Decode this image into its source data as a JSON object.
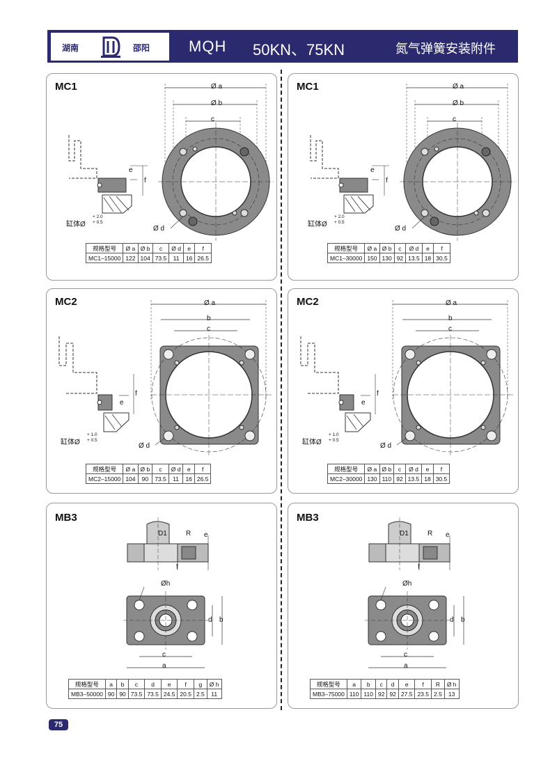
{
  "header": {
    "brand_left": "湖南",
    "brand_right": "邵阳",
    "model": "MQH",
    "force": "50KN、75KN",
    "title": "氮气弹簧安装附件"
  },
  "labels": {
    "dia_a": "Ø a",
    "dia_b": "Ø b",
    "c": "c",
    "dia_d": "Ø d",
    "e": "e",
    "f": "f",
    "a": "a",
    "b": "b",
    "d": "d",
    "R": "R",
    "D1": "D1",
    "dia_h": "Øh",
    "cyl": "缸体Ø",
    "tol_mc1_top": "+ 2.0",
    "tol_mc1_bot": "+ 0.5",
    "tol_mc2_top": "+ 1.0",
    "tol_mc2_bot": "+ 0.5"
  },
  "panels": [
    {
      "title": "MC1",
      "header": [
        "规格型号",
        "Ø a",
        "Ø b",
        "c",
        "Ø d",
        "e",
        "f"
      ],
      "row": [
        "MC1–15000",
        "122",
        "104",
        "73.5",
        "11",
        "16",
        "26.5"
      ]
    },
    {
      "title": "MC1",
      "header": [
        "规格型号",
        "Ø a",
        "Ø b",
        "c",
        "Ø d",
        "e",
        "f"
      ],
      "row": [
        "MC1–30000",
        "150",
        "130",
        "92",
        "13.5",
        "18",
        "30.5"
      ]
    },
    {
      "title": "MC2",
      "header": [
        "规格型号",
        "Ø a",
        "Ø b",
        "c",
        "Ø d",
        "e",
        "f"
      ],
      "row": [
        "MC2–15000",
        "104",
        "90",
        "73.5",
        "11",
        "16",
        "26.5"
      ]
    },
    {
      "title": "MC2",
      "header": [
        "规格型号",
        "Ø a",
        "Ø b",
        "c",
        "Ø d",
        "e",
        "f"
      ],
      "row": [
        "MC2–30000",
        "130",
        "110",
        "92",
        "13.5",
        "18",
        "30.5"
      ]
    },
    {
      "title": "MB3",
      "header": [
        "规格型号",
        "a",
        "b",
        "c",
        "d",
        "e",
        "f",
        "g",
        "Ø h"
      ],
      "row": [
        "MB3–50000",
        "90",
        "90",
        "73.5",
        "73.5",
        "24.5",
        "20.5",
        "2.5",
        "11"
      ]
    },
    {
      "title": "MB3",
      "header": [
        "规格型号",
        "a",
        "b",
        "c",
        "d",
        "e",
        "f",
        "R",
        "Ø h"
      ],
      "row": [
        "MB3–75000",
        "110",
        "110",
        "92",
        "92",
        "27.5",
        "23.5",
        "2.5",
        "13"
      ]
    }
  ],
  "page_number": "75"
}
